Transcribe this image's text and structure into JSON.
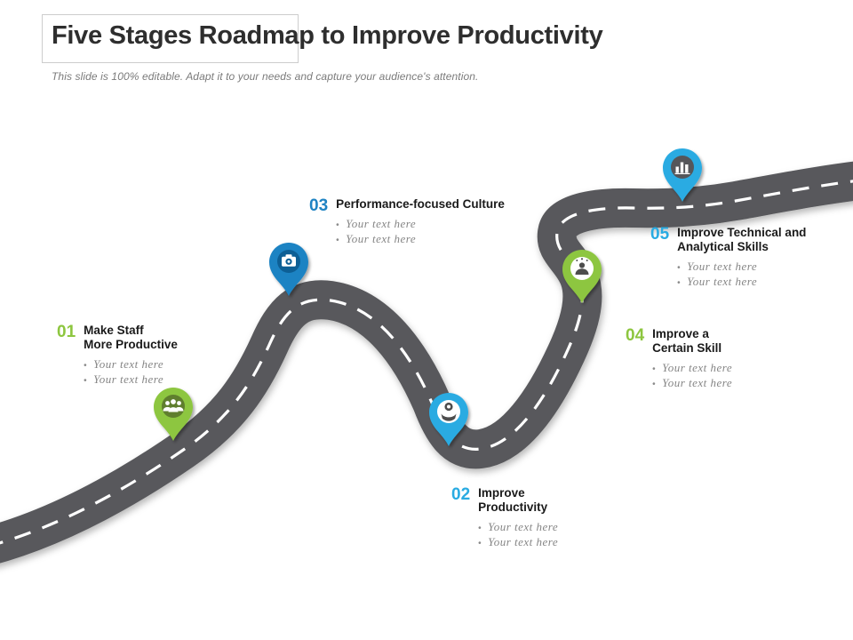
{
  "slide": {
    "title": "Five Stages Roadmap to Improve Productivity",
    "subtitle": "This slide is 100% editable. Adapt it to your needs and capture your audience's attention."
  },
  "colors": {
    "road": "#58595B",
    "road_dash": "#FFFFFF",
    "green": "#8DC63F",
    "light_blue": "#29ABE2",
    "dark_blue": "#1F83C3",
    "title_text": "#2E2E2E",
    "placeholder_text": "#858585"
  },
  "stages": [
    {
      "number": "01",
      "title": "Make Staff\nMore Productive",
      "bullets": [
        "Your text here",
        "Your text here"
      ],
      "color": "#8DC63F",
      "pin_inner": "#5E7E2E",
      "pin_glyph": "#FFFFFF",
      "icon": "users-icon"
    },
    {
      "number": "02",
      "title": "Improve\nProductivity",
      "bullets": [
        "Your text here",
        "Your text here"
      ],
      "color": "#29ABE2",
      "pin_inner": "#FFFFFF",
      "pin_glyph": "#4D4D4D",
      "icon": "hand-gear-icon"
    },
    {
      "number": "03",
      "title": "Performance-focused Culture",
      "bullets": [
        "Your text here",
        "Your text here"
      ],
      "color": "#1F83C3",
      "pin_inner": "#0E5E95",
      "pin_glyph": "#FFFFFF",
      "icon": "camera-icon"
    },
    {
      "number": "04",
      "title": "Improve a\nCertain Skill",
      "bullets": [
        "Your text here",
        "Your text here"
      ],
      "color": "#8DC63F",
      "pin_inner": "#FFFFFF",
      "pin_glyph": "#4D4D4D",
      "icon": "person-idea-icon"
    },
    {
      "number": "05",
      "title": "Improve Technical and\nAnalytical Skills",
      "bullets": [
        "Your text here",
        "Your text here"
      ],
      "color": "#29ABE2",
      "pin_inner": "#55565A",
      "pin_glyph": "#FFFFFF",
      "icon": "bar-chart-icon"
    }
  ]
}
